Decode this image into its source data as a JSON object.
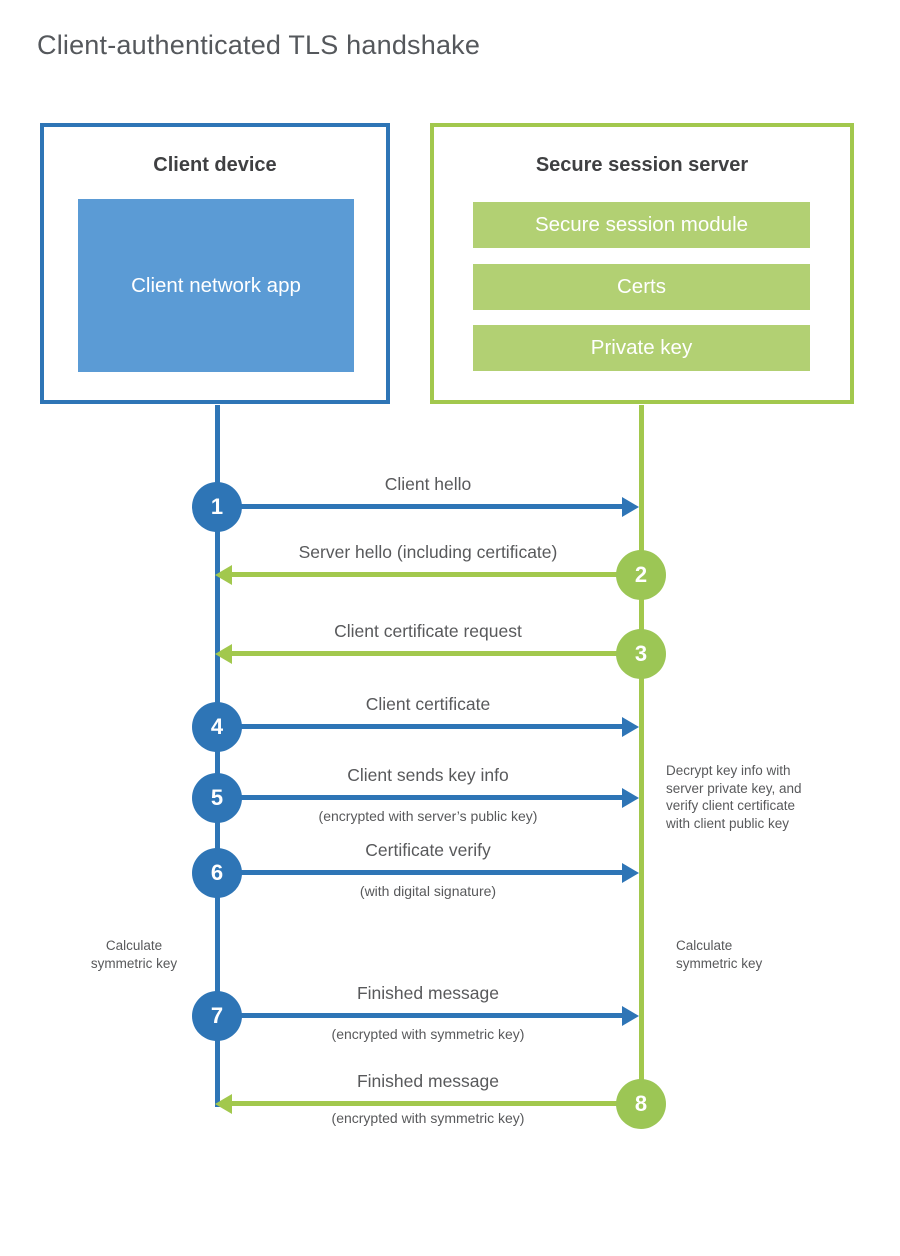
{
  "page_title": "Client-authenticated TLS handshake",
  "colors": {
    "blue": "#2E75B6",
    "blue_fill": "#5B9BD5",
    "green": "#A2C84D",
    "green_fill": "#B2D073",
    "green_circle": "#9CC655",
    "text_dark": "#3F4042",
    "text_gray": "#58595B"
  },
  "client_box": {
    "title": "Client device",
    "module": "Client network app"
  },
  "server_box": {
    "title": "Secure session server",
    "modules": [
      "Secure session module",
      "Certs",
      "Private key"
    ]
  },
  "messages": [
    {
      "number": "1",
      "label": "Client hello",
      "sublabel": "",
      "direction": "ltr",
      "color": "blue"
    },
    {
      "number": "2",
      "label": "Server hello (including certificate)",
      "sublabel": "",
      "direction": "rtl",
      "color": "green"
    },
    {
      "number": "3",
      "label": "Client certificate request",
      "sublabel": "",
      "direction": "rtl",
      "color": "green"
    },
    {
      "number": "4",
      "label": "Client certificate",
      "sublabel": "",
      "direction": "ltr",
      "color": "blue"
    },
    {
      "number": "5",
      "label": "Client sends key info",
      "sublabel": "(encrypted with server’s public key)",
      "direction": "ltr",
      "color": "blue"
    },
    {
      "number": "6",
      "label": "Certificate verify",
      "sublabel": "(with digital signature)",
      "direction": "ltr",
      "color": "blue"
    },
    {
      "number": "7",
      "label": "Finished message",
      "sublabel": "(encrypted with symmetric key)",
      "direction": "ltr",
      "color": "blue"
    },
    {
      "number": "8",
      "label": "Finished message",
      "sublabel": "(encrypted with symmetric key)",
      "direction": "rtl",
      "color": "green"
    }
  ],
  "notes": {
    "decrypt": "Decrypt key info with\nserver private key, and\nverify client certificate\nwith client public key",
    "calc_left": "Calculate\nsymmetric key",
    "calc_right": "Calculate\nsymmetric key"
  }
}
